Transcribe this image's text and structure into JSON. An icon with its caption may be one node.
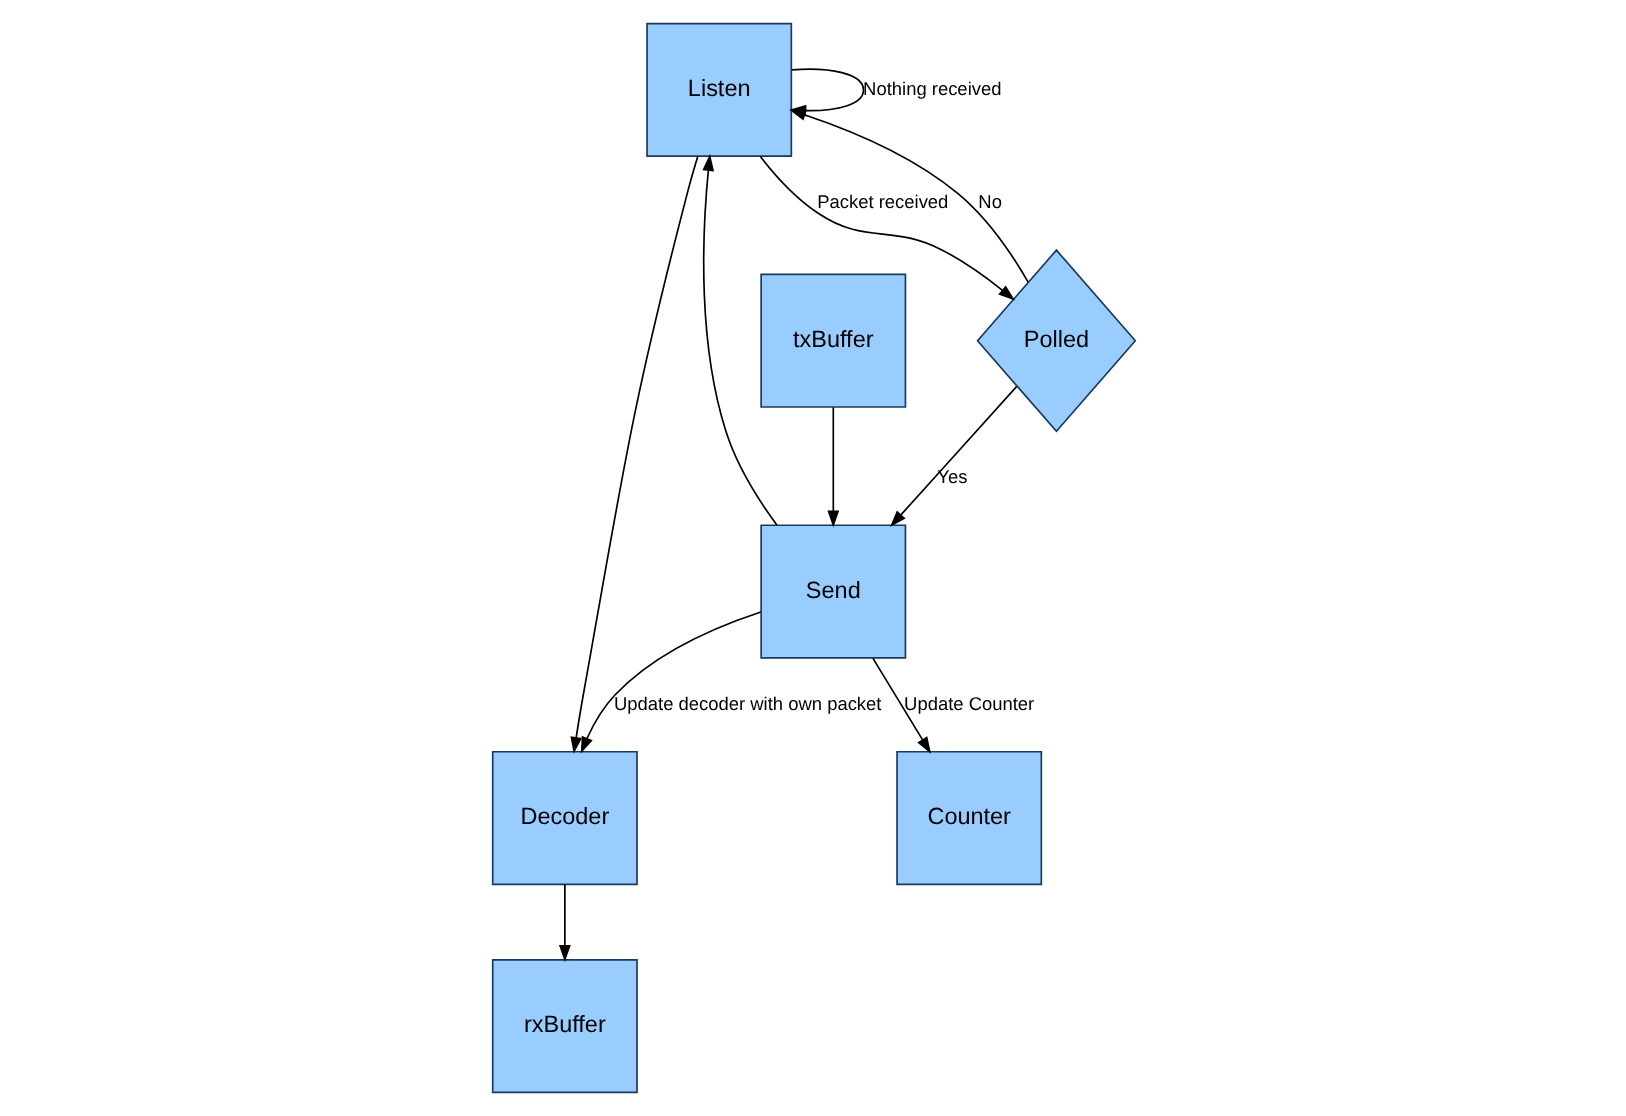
{
  "diagram": {
    "nodes": [
      {
        "text": [
          "Listen"
        ]
      },
      {
        "text": [
          "Polled"
        ]
      },
      {
        "text": [
          "txBuffer"
        ]
      },
      {
        "text": [
          "Send"
        ]
      },
      {
        "text": [
          "Decoder"
        ]
      },
      {
        "text": [
          "rxBuffer"
        ]
      },
      {
        "text": [
          "Counter"
        ]
      }
    ],
    "edges": [
      {
        "from": 0,
        "to": 0,
        "arrow": "to",
        "label": "Nothing received"
      },
      {
        "from": 0,
        "to": 1,
        "arrow": "to",
        "label": "Packet received"
      },
      {
        "from": 0,
        "to": 4,
        "arrow": "to"
      },
      {
        "from": 1,
        "to": 0,
        "arrow": "to",
        "label": "No"
      },
      {
        "from": 1,
        "to": 3,
        "arrow": "to",
        "label": "Yes"
      },
      {
        "from": 2,
        "to": 3,
        "arrow": "to"
      },
      {
        "from": 3,
        "to": 0,
        "arrow": "to"
      },
      {
        "from": 3,
        "to": 4,
        "arrow": "to",
        "label": "Update decoder with own packet"
      },
      {
        "from": 3,
        "to": 6,
        "arrow": "to",
        "label": "Update Counter"
      },
      {
        "from": 4,
        "to": 5,
        "arrow": "to"
      }
    ]
  }
}
